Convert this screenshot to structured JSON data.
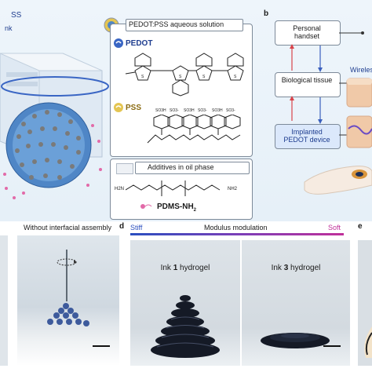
{
  "panel_a": {
    "label_fragment_1": "SS",
    "label_fragment_2": "nk"
  },
  "chem_box": {
    "title": "PEDOT:PSS aqueous solution",
    "pedot_label": "PEDOT",
    "pss_label": "PSS",
    "pss_groups": [
      "SO3H",
      "SO3-",
      "SO3H",
      "SO3-",
      "SO3H",
      "SO3-"
    ],
    "additives_title": "Additives in oil phase",
    "pdms_label": "PDMS-NH",
    "pdms_subscript": "2",
    "amine_left": "H2N",
    "amine_right": "NH2"
  },
  "panel_b": {
    "label": "b",
    "personal_handset": "Personal handset",
    "biological_tissue": "Biological tissue",
    "implanted_device": "Implanted PEDOT device",
    "wireless": "Wireles"
  },
  "panel_c": {
    "caption": "Without interfacial assembly"
  },
  "panel_d": {
    "label": "d",
    "stiff": "Stiff",
    "modulus": "Modulus modulation",
    "soft": "Soft",
    "ink1_prefix": "Ink ",
    "ink1_num": "1",
    "ink1_suffix": " hydrogel",
    "ink3_prefix": "Ink ",
    "ink3_num": "3",
    "ink3_suffix": " hydrogel"
  },
  "panel_e": {
    "label": "e"
  },
  "colors": {
    "navy": "#1e3d8f",
    "stiff_blue": "#2a4fc0",
    "soft_magenta": "#c0309a",
    "red_arrow": "#d9434a",
    "blue_arrow": "#3a5fbd"
  }
}
